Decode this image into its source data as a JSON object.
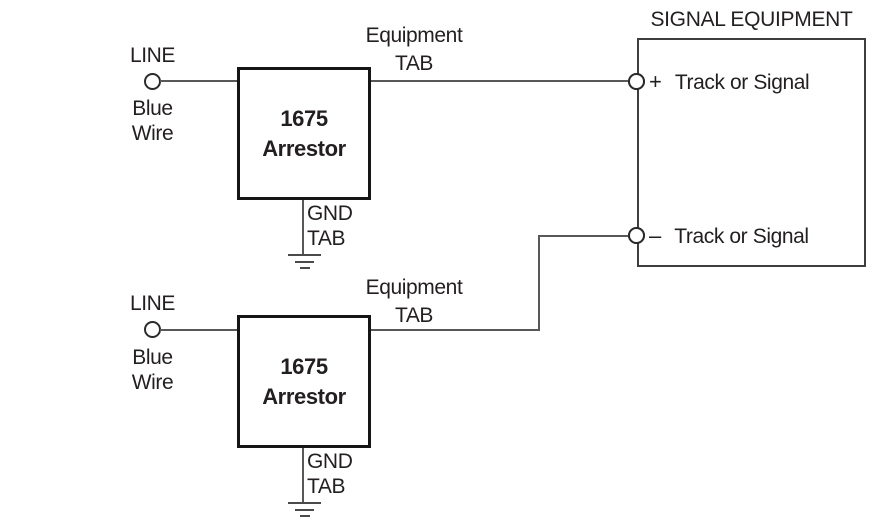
{
  "colors": {
    "background": "#ffffff",
    "text": "#231f20",
    "wire": "#58585a",
    "arrestor_border": "#151515",
    "equipment_border": "#3e3d3f"
  },
  "signal_equipment": {
    "title": "SIGNAL EQUIPMENT",
    "terminals": [
      {
        "polarity": "+",
        "label": "Track or Signal"
      },
      {
        "polarity": "–",
        "label": "Track or Signal"
      }
    ]
  },
  "arrestors": [
    {
      "line_label": "LINE",
      "wire_name": "Blue\nWire",
      "box_label": "1675\nArrestor",
      "equipment_tab_label": "Equipment\nTAB",
      "gnd_tab_label": "GND\nTAB"
    },
    {
      "line_label": "LINE",
      "wire_name": "Blue\nWire",
      "box_label": "1675\nArrestor",
      "equipment_tab_label": "Equipment\nTAB",
      "gnd_tab_label": "GND\nTAB"
    }
  ]
}
